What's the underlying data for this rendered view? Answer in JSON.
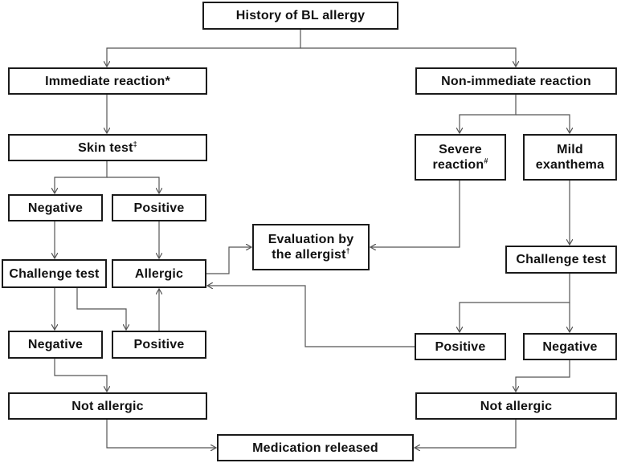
{
  "nodes": {
    "history": "History of BL allergy",
    "immediate": "Immediate reaction*",
    "non_immediate": "Non-immediate reaction",
    "skin_test": "Skin test",
    "skin_test_mark": "‡",
    "severe_line1": "Severe",
    "severe_line2": "reaction",
    "severe_mark": "#",
    "mild_line1": "Mild",
    "mild_line2": "exanthema",
    "negative_left_1": "Negative",
    "positive_left_1": "Positive",
    "evaluation_line1": "Evaluation by",
    "evaluation_line2": "the allergist",
    "evaluation_mark": "†",
    "challenge_test_left": "Challenge test",
    "allergic": "Allergic",
    "challenge_test_right": "Challenge test",
    "negative_left_2": "Negative",
    "positive_left_2": "Positive",
    "positive_right": "Positive",
    "negative_right": "Negative",
    "not_allergic_left": "Not allergic",
    "not_allergic_right": "Not allergic",
    "medication_released": "Medication released"
  },
  "colors": {
    "border": "#1a1a1a",
    "text": "#111111",
    "connector": "#555555"
  }
}
